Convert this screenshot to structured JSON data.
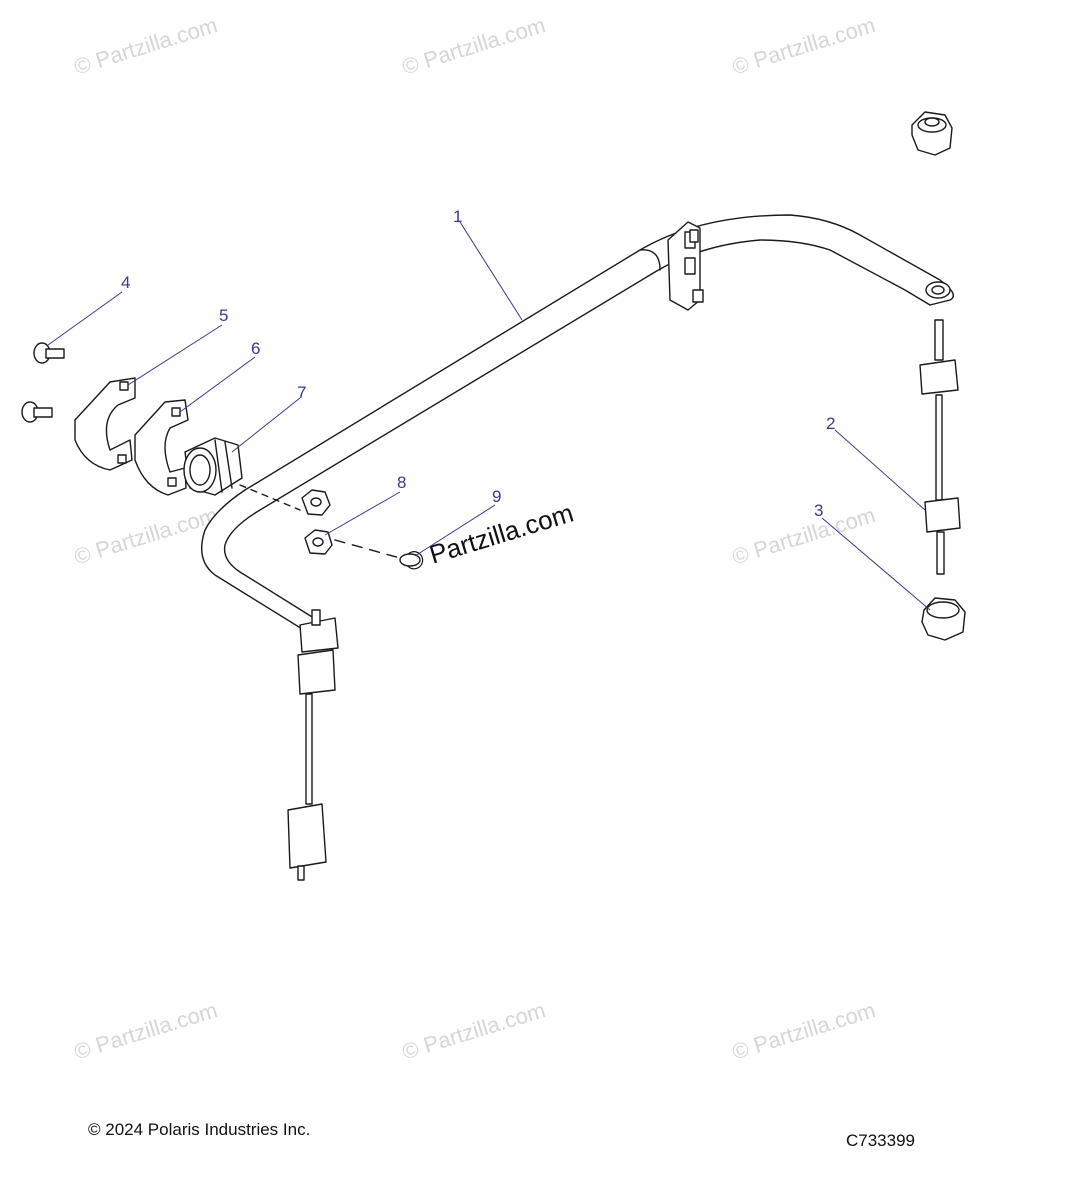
{
  "watermark": {
    "text": "© Partzilla.com",
    "prominent_text": "© Partzilla.com"
  },
  "callouts": [
    "1",
    "2",
    "3",
    "4",
    "5",
    "6",
    "7",
    "8",
    "9"
  ],
  "footer": {
    "copyright": "© 2024 Polaris Industries Inc.",
    "diagram_code": "C733399"
  },
  "colors": {
    "line": "#1a1a1a",
    "leader": "#3a3a8c",
    "watermark": "#d6d6d6"
  }
}
